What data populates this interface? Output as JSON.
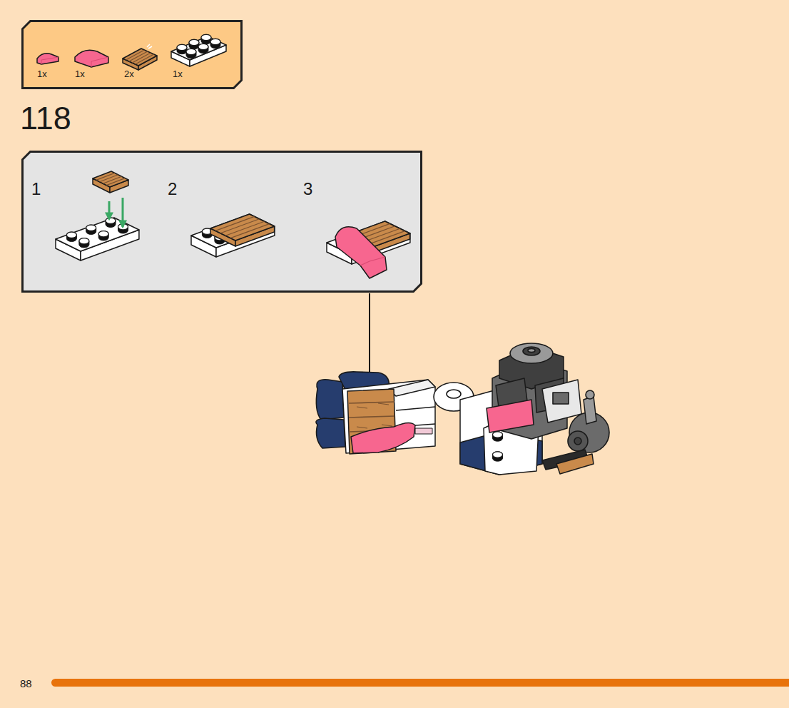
{
  "diagram": {
    "nodes": [
      {
        "text": [
          "1x",
          "1x",
          "2x",
          "1x"
        ]
      },
      {
        "text": [
          "1",
          "2",
          "3"
        ]
      }
    ],
    "labels": [
      "118",
      "88"
    ]
  }
}
